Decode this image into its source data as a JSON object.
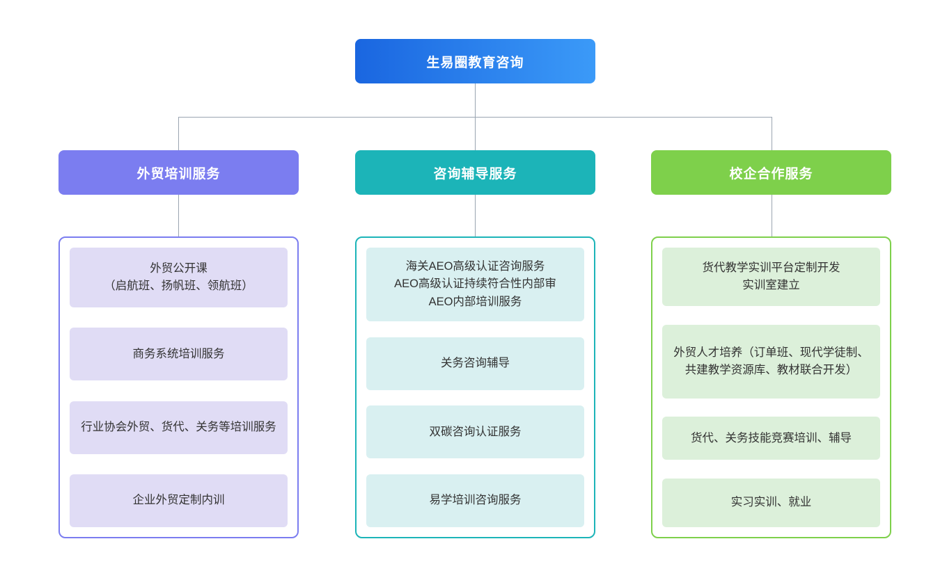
{
  "colors": {
    "root_gradient_start": "#1a66e0",
    "root_gradient_end": "#3b9af8",
    "branch_1_accent": "#7b7df0",
    "branch_1_card": "#e0dcf5",
    "branch_2_accent": "#1cb4b8",
    "branch_2_card": "#d9f0f1",
    "branch_3_accent": "#7ed04b",
    "branch_3_card": "#dcf0da",
    "connector": "#9aa5b1",
    "page_background": "#ffffff"
  },
  "chart_data": {
    "type": "diagram",
    "diagram_type": "organization-tree",
    "title": "生易圈教育咨询",
    "levels": 3,
    "root": "生易圈教育咨询",
    "branches": [
      {
        "label": "外贸培训服务",
        "children": [
          "外贸公开课\n（启航班、扬帆班、领航班）",
          "商务系统培训服务",
          "行业协会外贸、货代、关务等培训服务",
          "企业外贸定制内训"
        ]
      },
      {
        "label": "咨询辅导服务",
        "children": [
          "海关AEO高级认证咨询服务\nAEO高级认证持续符合性内部审\nAEO内部培训服务",
          "关务咨询辅导",
          "双碳咨询认证服务",
          "易学培训咨询服务"
        ]
      },
      {
        "label": "校企合作服务",
        "children": [
          "货代教学实训平台定制开发\n实训室建立",
          "外贸人才培养（订单班、现代学徒制、共建教学资源库、教材联合开发）",
          "货代、关务技能竞赛培训、辅导",
          "实习实训、就业"
        ]
      }
    ]
  },
  "root": {
    "label": "生易圈教育咨询"
  },
  "branches": [
    {
      "header": "外贸培训服务",
      "items": [
        {
          "text": "外贸公开课\n（启航班、扬帆班、领航班）"
        },
        {
          "text": "商务系统培训服务"
        },
        {
          "text": "行业协会外贸、货代、关务等培训服务"
        },
        {
          "text": "企业外贸定制内训"
        }
      ]
    },
    {
      "header": "咨询辅导服务",
      "items": [
        {
          "text": "海关AEO高级认证咨询服务\nAEO高级认证持续符合性内部审\nAEO内部培训服务"
        },
        {
          "text": "关务咨询辅导"
        },
        {
          "text": "双碳咨询认证服务"
        },
        {
          "text": "易学培训咨询服务"
        }
      ]
    },
    {
      "header": "校企合作服务",
      "items": [
        {
          "text": "货代教学实训平台定制开发\n实训室建立"
        },
        {
          "text": "外贸人才培养（订单班、现代学徒制、共建教学资源库、教材联合开发）"
        },
        {
          "text": "货代、关务技能竞赛培训、辅导"
        },
        {
          "text": "实习实训、就业"
        }
      ]
    }
  ]
}
